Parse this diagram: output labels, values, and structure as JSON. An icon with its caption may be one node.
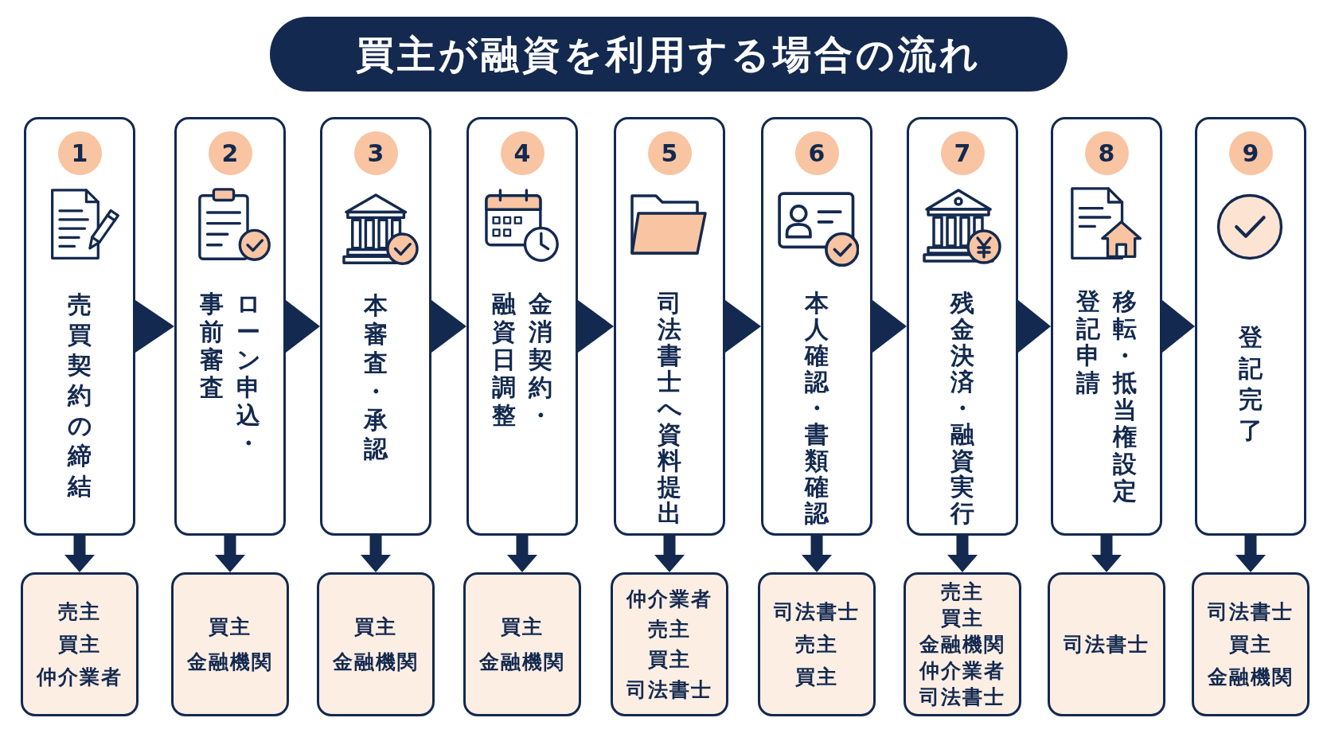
{
  "diagram": {
    "title": "買主が融資を利用する場合の流れ",
    "nodes": [
      {
        "text": [
          "売買契約の締結"
        ]
      },
      {
        "text": [
          "1"
        ],
        "in": 0
      },
      {
        "text": [
          "ローン申込・事前審査"
        ]
      },
      {
        "text": [
          "2"
        ],
        "in": 2
      },
      {
        "text": [
          "本審査・承認"
        ]
      },
      {
        "text": [
          "3"
        ],
        "in": 4
      },
      {
        "text": [
          "金消契約・融資日調整"
        ]
      },
      {
        "text": [
          "4"
        ],
        "in": 6
      },
      {
        "text": [
          "司法書士へ資料提出"
        ]
      },
      {
        "text": [
          "5"
        ],
        "in": 8
      },
      {
        "text": [
          "本人確認・書類確認"
        ]
      },
      {
        "text": [
          "6"
        ],
        "in": 10
      },
      {
        "text": [
          "残金決済・融資実行"
        ]
      },
      {
        "text": [
          "7"
        ],
        "in": 12
      },
      {
        "text": [
          "移転・抵当権設定登記申請"
        ]
      },
      {
        "text": [
          "8"
        ],
        "in": 14
      },
      {
        "text": [
          "登記完了"
        ]
      },
      {
        "text": [
          "9"
        ],
        "in": 16
      },
      {
        "text": [
          "売主",
          "買主",
          "仲介業者"
        ]
      },
      {
        "text": [
          "買主",
          "金融機関"
        ]
      },
      {
        "text": [
          "買主",
          "金融機関"
        ]
      },
      {
        "text": [
          "買主",
          "金融機関"
        ]
      },
      {
        "text": [
          "仲介業者",
          "売主",
          "買主",
          "司法書士"
        ]
      },
      {
        "text": [
          "司法書士",
          "売主",
          "買主"
        ]
      },
      {
        "text": [
          "売主",
          "買主",
          "金融機関",
          "仲介業者",
          "司法書士"
        ]
      },
      {
        "text": [
          "司法書士"
        ]
      },
      {
        "text": [
          "司法書士",
          "買主",
          "金融機関"
        ]
      }
    ],
    "edges": [
      {
        "from": 0,
        "to": 2,
        "arrow": "to"
      },
      {
        "from": 2,
        "to": 4,
        "arrow": "to"
      },
      {
        "from": 4,
        "to": 6,
        "arrow": "to"
      },
      {
        "from": 6,
        "to": 8,
        "arrow": "to"
      },
      {
        "from": 8,
        "to": 10,
        "arrow": "to"
      },
      {
        "from": 10,
        "to": 12,
        "arrow": "to"
      },
      {
        "from": 12,
        "to": 14,
        "arrow": "to"
      },
      {
        "from": 14,
        "to": 16,
        "arrow": "to"
      },
      {
        "from": 0,
        "to": 18,
        "arrow": "to",
        "style": "thick"
      },
      {
        "from": 2,
        "to": 19,
        "arrow": "to",
        "style": "thick"
      },
      {
        "from": 4,
        "to": 20,
        "arrow": "to",
        "style": "thick"
      },
      {
        "from": 6,
        "to": 21,
        "arrow": "to",
        "style": "thick"
      },
      {
        "from": 8,
        "to": 22,
        "arrow": "to",
        "style": "thick"
      },
      {
        "from": 10,
        "to": 23,
        "arrow": "to",
        "style": "thick"
      },
      {
        "from": 12,
        "to": 24,
        "arrow": "to",
        "style": "thick"
      },
      {
        "from": 14,
        "to": 25,
        "arrow": "to",
        "style": "thick"
      },
      {
        "from": 16,
        "to": 26,
        "arrow": "to",
        "style": "thick"
      }
    ]
  }
}
